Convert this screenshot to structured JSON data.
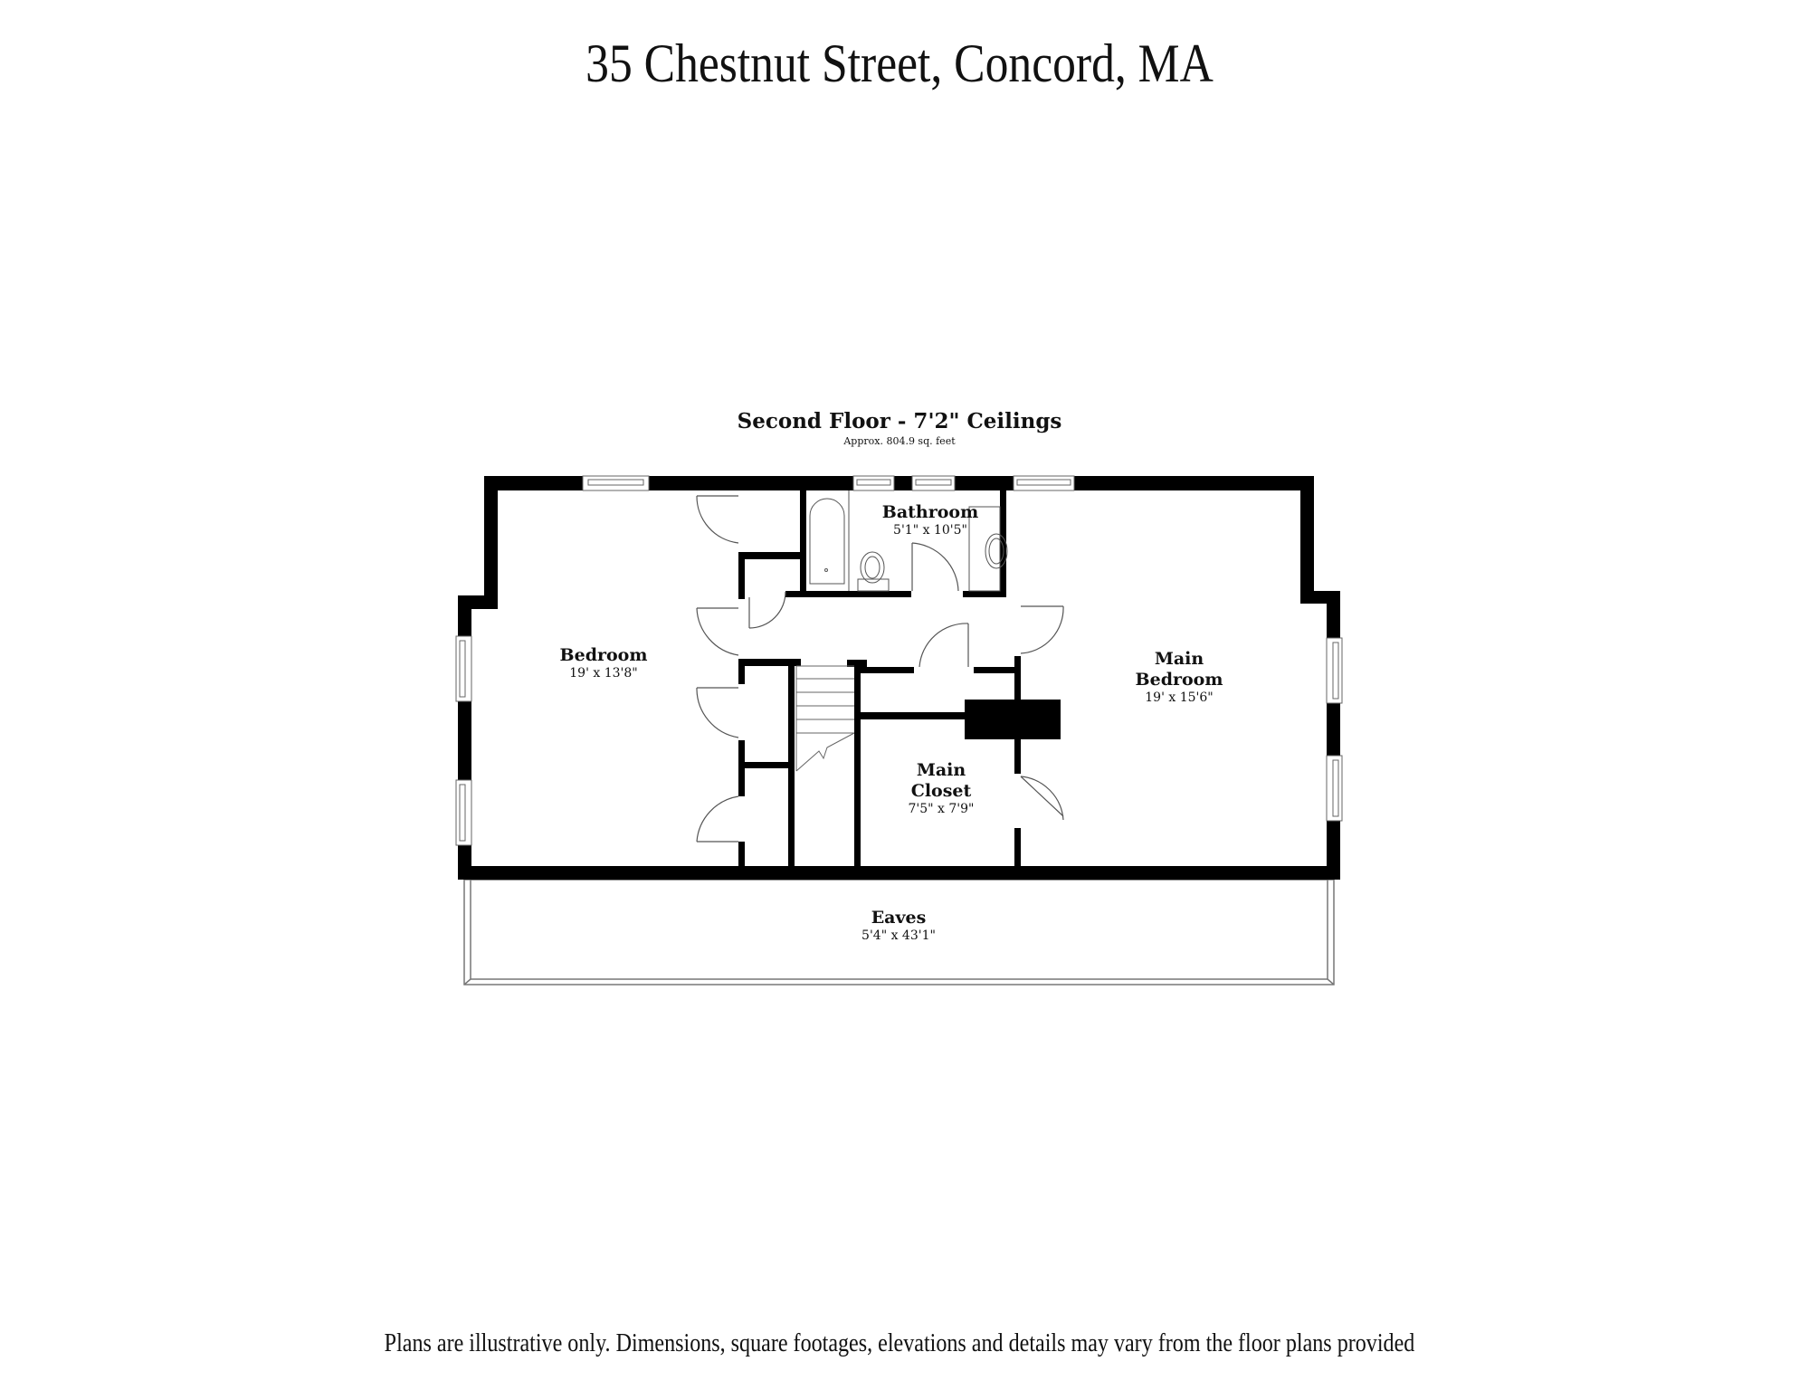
{
  "page": {
    "title": "35 Chestnut Street, Concord, MA",
    "footer_note": "Plans are illustrative only. Dimensions, square footages, elevations and details may vary from the floor plans provided"
  },
  "floor": {
    "title": "Second Floor - 7'2\" Ceilings",
    "area": "Approx. 804.9 sq. feet"
  },
  "rooms": {
    "bedroom": {
      "name": "Bedroom",
      "dims": "19' x 13'8\""
    },
    "bathroom": {
      "name": "Bathroom",
      "dims": "5'1\" x 10'5\""
    },
    "main_bedroom": {
      "name_line1": "Main",
      "name_line2": "Bedroom",
      "dims": "19' x 15'6\""
    },
    "main_closet": {
      "name_line1": "Main",
      "name_line2": "Closet",
      "dims": "7'5\" x 7'9\""
    },
    "eaves": {
      "name": "Eaves",
      "dims": "5'4\" x 43'1\""
    }
  },
  "colors": {
    "wall": "#000000",
    "line": "#555555",
    "background": "#ffffff"
  }
}
